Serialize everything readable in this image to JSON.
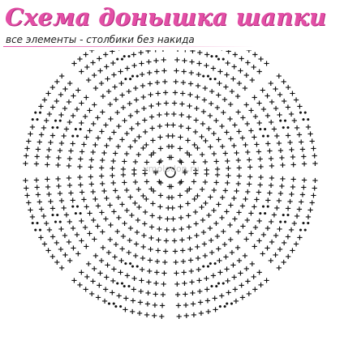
{
  "header": {
    "title": "Схема  донышка шапки",
    "subtitle": "все элементы - столбики без накида"
  },
  "scheme": {
    "sectors": 8,
    "rows": 13,
    "center_symbol": "ring",
    "stitch_symbol": "+",
    "increase_symbol": "••",
    "ink_color": "#111111"
  },
  "watermark": {
    "text": "vmolodon.ru"
  }
}
